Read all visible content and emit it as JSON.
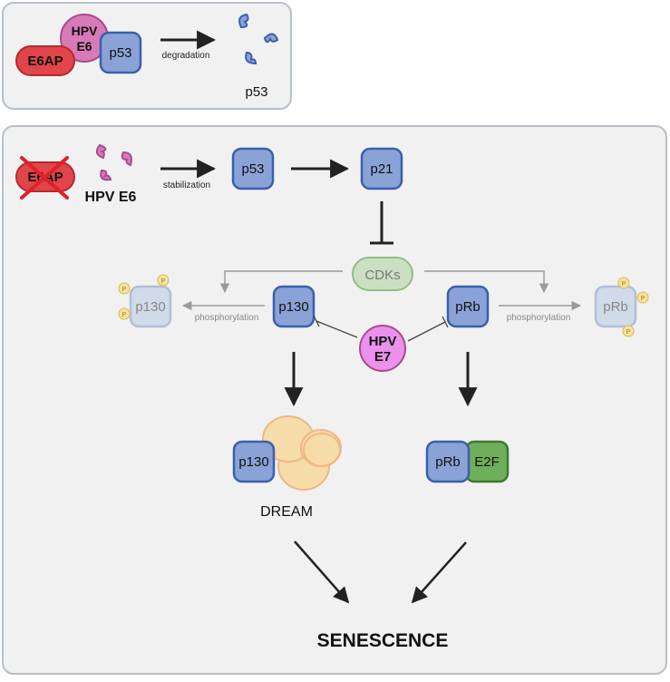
{
  "top_panel": {
    "e6ap": "E6AP",
    "hpv_e6_line1": "HPV",
    "hpv_e6_line2": "E6",
    "p53": "p53",
    "arrow_label": "degradation",
    "fragments_label": "p53"
  },
  "bottom_panel": {
    "e6ap": "E6AP",
    "hpv_e6": "HPV E6",
    "stabilization_label": "stabilization",
    "p53": "p53",
    "p21": "p21",
    "cdks": "CDKs",
    "p130": "p130",
    "prb": "pRb",
    "hpv_e7_line1": "HPV",
    "hpv_e7_line2": "E7",
    "phospho_p130": "p130",
    "phospho_prb": "pRb",
    "phosphorylation_left": "phosphorylation",
    "phosphorylation_right": "phosphorylation",
    "phosphate_mark": "P",
    "dream_p130": "p130",
    "dream_label": "DREAM",
    "complex_prb": "pRb",
    "complex_e2f": "E2F",
    "senescence": "SENESCENCE"
  },
  "colors": {
    "protein_fill": "#8aa2d6",
    "protein_stroke": "#3a5fad",
    "e6ap": "#e0454a",
    "hpv_e6": "#d87ab8",
    "hpv_e7": "#e991ec",
    "cdks_fill": "#cbe0c2",
    "e2f": "#6fae5a",
    "dream_cloud": "#f6dca8",
    "phosphate": "#f8e39a"
  }
}
